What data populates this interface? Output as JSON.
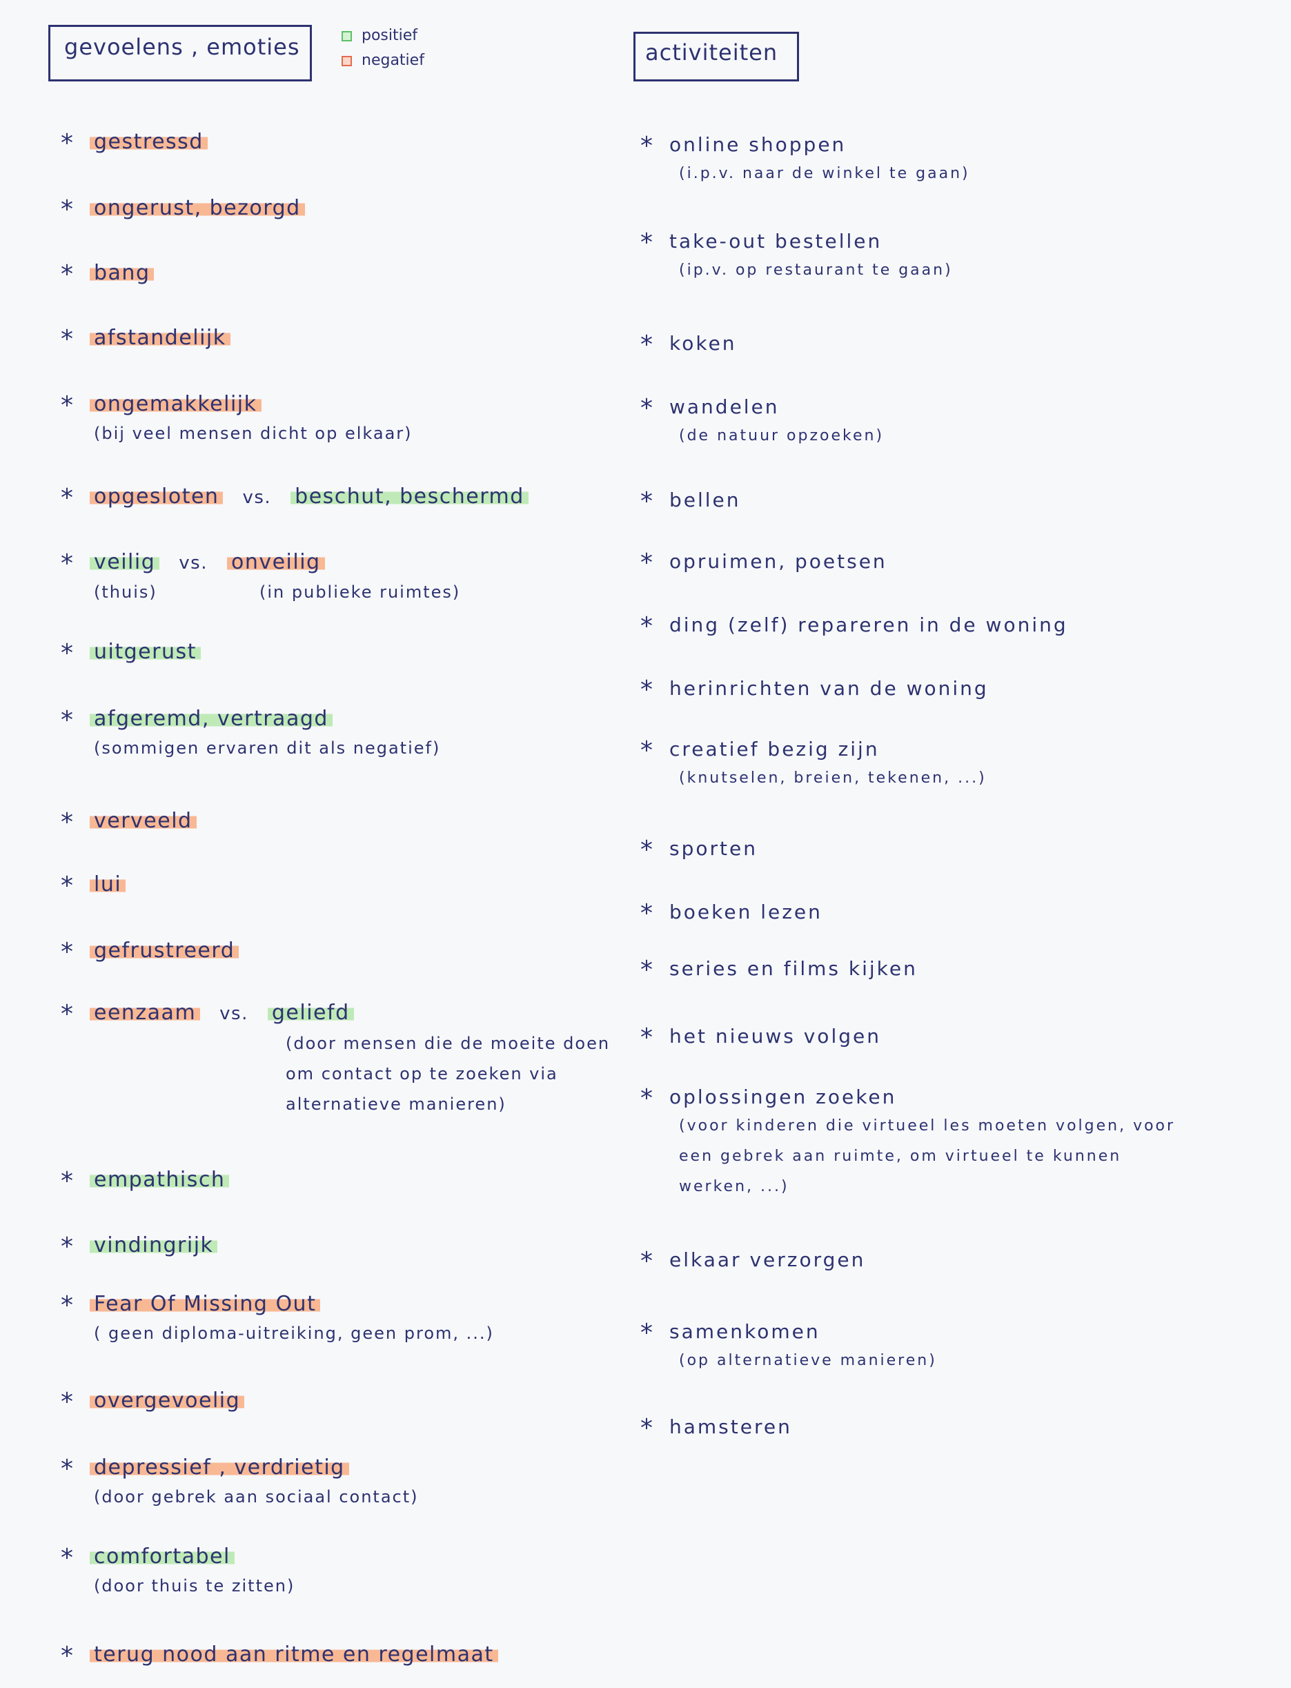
{
  "header": {
    "left_box": "gevoelens , emoties",
    "right_box": "activiteiten",
    "legend": [
      {
        "key": "positief",
        "color": "#5cc06a"
      },
      {
        "key": "negatief",
        "color": "#e26b4f"
      }
    ]
  },
  "colors": {
    "positive_highlight": "#bfeab7",
    "negative_highlight": "#f8b894",
    "ink": "#2d3270"
  },
  "emotions": [
    {
      "parts": [
        {
          "text": "gestressd",
          "tone": "neg"
        }
      ]
    },
    {
      "parts": [
        {
          "text": "ongerust, bezorgd",
          "tone": "neg"
        }
      ]
    },
    {
      "parts": [
        {
          "text": "bang",
          "tone": "neg"
        }
      ]
    },
    {
      "parts": [
        {
          "text": "afstandelijk",
          "tone": "neg"
        }
      ]
    },
    {
      "parts": [
        {
          "text": "ongemakkelijk",
          "tone": "neg"
        }
      ],
      "note": "(bij veel mensen dicht op elkaar)"
    },
    {
      "parts": [
        {
          "text": "opgesloten",
          "tone": "neg"
        },
        {
          "text": "vs."
        },
        {
          "text": "beschut, beschermd",
          "tone": "pos"
        }
      ]
    },
    {
      "parts": [
        {
          "text": "veilig",
          "tone": "pos"
        },
        {
          "text": "vs."
        },
        {
          "text": "onveilig",
          "tone": "neg"
        }
      ],
      "note_left": "(thuis)",
      "note_right": "(in publieke ruimtes)"
    },
    {
      "parts": [
        {
          "text": "uitgerust",
          "tone": "pos"
        }
      ]
    },
    {
      "parts": [
        {
          "text": "afgeremd, vertraagd",
          "tone": "pos"
        }
      ],
      "note": "(sommigen ervaren dit als negatief)"
    },
    {
      "parts": [
        {
          "text": "verveeld",
          "tone": "neg"
        }
      ]
    },
    {
      "parts": [
        {
          "text": "lui",
          "tone": "neg"
        }
      ]
    },
    {
      "parts": [
        {
          "text": "gefrustreerd",
          "tone": "neg"
        }
      ]
    },
    {
      "parts": [
        {
          "text": "eenzaam",
          "tone": "neg"
        },
        {
          "text": "vs."
        },
        {
          "text": "geliefd",
          "tone": "pos"
        }
      ],
      "note_lines": [
        "(door mensen die de moeite doen",
        "om contact op te zoeken via",
        "alternatieve manieren)"
      ]
    },
    {
      "parts": [
        {
          "text": "empathisch",
          "tone": "pos"
        }
      ]
    },
    {
      "parts": [
        {
          "text": "vindingrijk",
          "tone": "pos"
        }
      ]
    },
    {
      "parts": [
        {
          "text": "Fear Of Missing Out",
          "tone": "neg"
        }
      ],
      "note": "( geen diploma-uitreiking, geen prom, ...)"
    },
    {
      "parts": [
        {
          "text": "overgevoelig",
          "tone": "neg"
        }
      ]
    },
    {
      "parts": [
        {
          "text": "depressief , verdrietig",
          "tone": "neg"
        }
      ],
      "note": "(door gebrek aan sociaal contact)"
    },
    {
      "parts": [
        {
          "text": "comfortabel",
          "tone": "pos"
        }
      ],
      "note": "(door thuis te zitten)"
    },
    {
      "parts": [
        {
          "text": "terug nood aan ritme en regelmaat",
          "tone": "neg"
        }
      ]
    }
  ],
  "activities": [
    {
      "text": "online shoppen",
      "note_lines": [
        "(i.p.v. naar de winkel te gaan)"
      ]
    },
    {
      "text": "take-out bestellen",
      "note_lines": [
        "(ip.v. op restaurant te gaan)"
      ]
    },
    {
      "text": "koken"
    },
    {
      "text": "wandelen",
      "note_lines": [
        "(de natuur opzoeken)"
      ]
    },
    {
      "text": "bellen"
    },
    {
      "text": "opruimen, poetsen"
    },
    {
      "text": "ding (zelf) repareren in de woning"
    },
    {
      "text": "herinrichten van de woning"
    },
    {
      "text": "creatief bezig zijn",
      "note_lines": [
        "(knutselen, breien, tekenen, ...)"
      ]
    },
    {
      "text": "sporten"
    },
    {
      "text": "boeken lezen"
    },
    {
      "text": "series en films kijken"
    },
    {
      "text": "het nieuws volgen"
    },
    {
      "text": "oplossingen zoeken",
      "note_lines": [
        "(voor kinderen die virtueel les moeten volgen, voor",
        "een gebrek aan ruimte, om virtueel te kunnen",
        "werken, ...)"
      ]
    },
    {
      "text": "elkaar verzorgen"
    },
    {
      "text": "samenkomen",
      "note_lines": [
        "(op alternatieve manieren)"
      ]
    },
    {
      "text": "hamsteren"
    }
  ],
  "bullet": "*"
}
